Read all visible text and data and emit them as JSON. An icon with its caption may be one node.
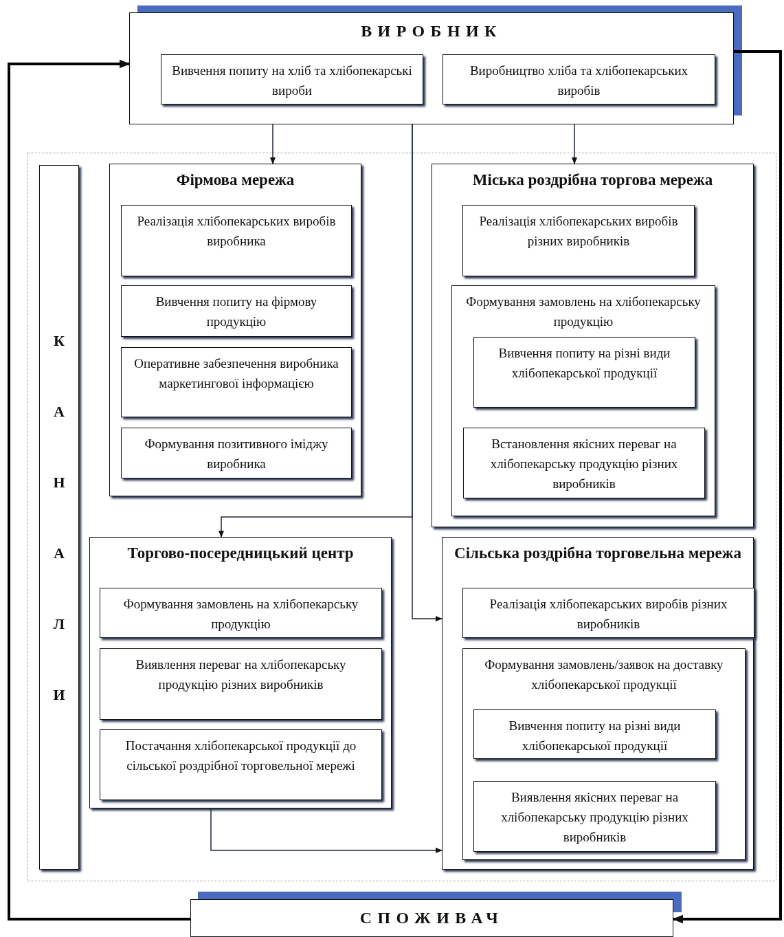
{
  "diagram": {
    "nodes": [
      {
        "text": [
          "ВИРОБНИК"
        ]
      },
      {
        "text": [
          "Вивчення попиту на хліб та хлібопекарські вироби"
        ],
        "in": 0
      },
      {
        "text": [
          "Виробництво хліба та хлібопекарських виробів"
        ],
        "in": 0
      },
      {
        "text": [
          "КАНАЛИ"
        ]
      },
      {
        "text": [
          "Фірмова мережа"
        ]
      },
      {
        "text": [
          "Реалізація хлібопекарських виробів виробника"
        ],
        "in": 4
      },
      {
        "text": [
          "Вивчення попиту на фірмову продукцію"
        ],
        "in": 4
      },
      {
        "text": [
          "Оперативне забезпечення виробника маркетингової інформацією"
        ],
        "in": 4
      },
      {
        "text": [
          "Формування позитивного іміджу виробника"
        ],
        "in": 4
      },
      {
        "text": [
          "Міська роздрібна торгова мережа"
        ]
      },
      {
        "text": [
          "Реалізація хлібопекарських виробів різних виробників"
        ],
        "in": 9
      },
      {
        "text": [
          "Формування замовлень на хлібопекарську продукцію"
        ],
        "in": 9
      },
      {
        "text": [
          "Вивчення попиту на різні види хлібопекарської продукції"
        ],
        "in": 11
      },
      {
        "text": [
          "Встановлення якісних переваг на хлібопекарську продукцію різних виробників"
        ],
        "in": 11
      },
      {
        "text": [
          "Торгово-посередницький центр"
        ]
      },
      {
        "text": [
          "Формування замовлень на хлібопекарську продукцію"
        ],
        "in": 14
      },
      {
        "text": [
          "Виявлення переваг на хлібопекарську продукцію різних виробників"
        ],
        "in": 14
      },
      {
        "text": [
          "Постачання хлібопекарської продукції до сільської роздрібної торговельної мережі"
        ],
        "in": 14
      },
      {
        "text": [
          "Сільська роздрібна торговельна мережа"
        ]
      },
      {
        "text": [
          "Реалізація хлібопекарських виробів різних виробників"
        ],
        "in": 18
      },
      {
        "text": [
          "Формування замовлень/заявок на доставку хлібопекарської продукції"
        ],
        "in": 18
      },
      {
        "text": [
          "Вивчення попиту на різні види хлібопекарської продукції"
        ],
        "in": 20
      },
      {
        "text": [
          "Виявлення якісних переваг на хлібопекарську продукцію різних виробників"
        ],
        "in": 20
      },
      {
        "text": [
          "СПОЖИВАЧ"
        ]
      }
    ],
    "edges": [
      {
        "from": 0,
        "to": 4,
        "arrow": "to"
      },
      {
        "from": 0,
        "to": 9,
        "arrow": "to"
      },
      {
        "from": 0,
        "to": 14,
        "arrow": "to"
      },
      {
        "from": 0,
        "to": 18,
        "arrow": "to"
      },
      {
        "from": 14,
        "to": 18,
        "arrow": "to"
      },
      {
        "from": 0,
        "to": 23,
        "arrow": "to",
        "style": "thick"
      },
      {
        "from": 23,
        "to": 0,
        "arrow": "to",
        "style": "thick"
      }
    ]
  }
}
